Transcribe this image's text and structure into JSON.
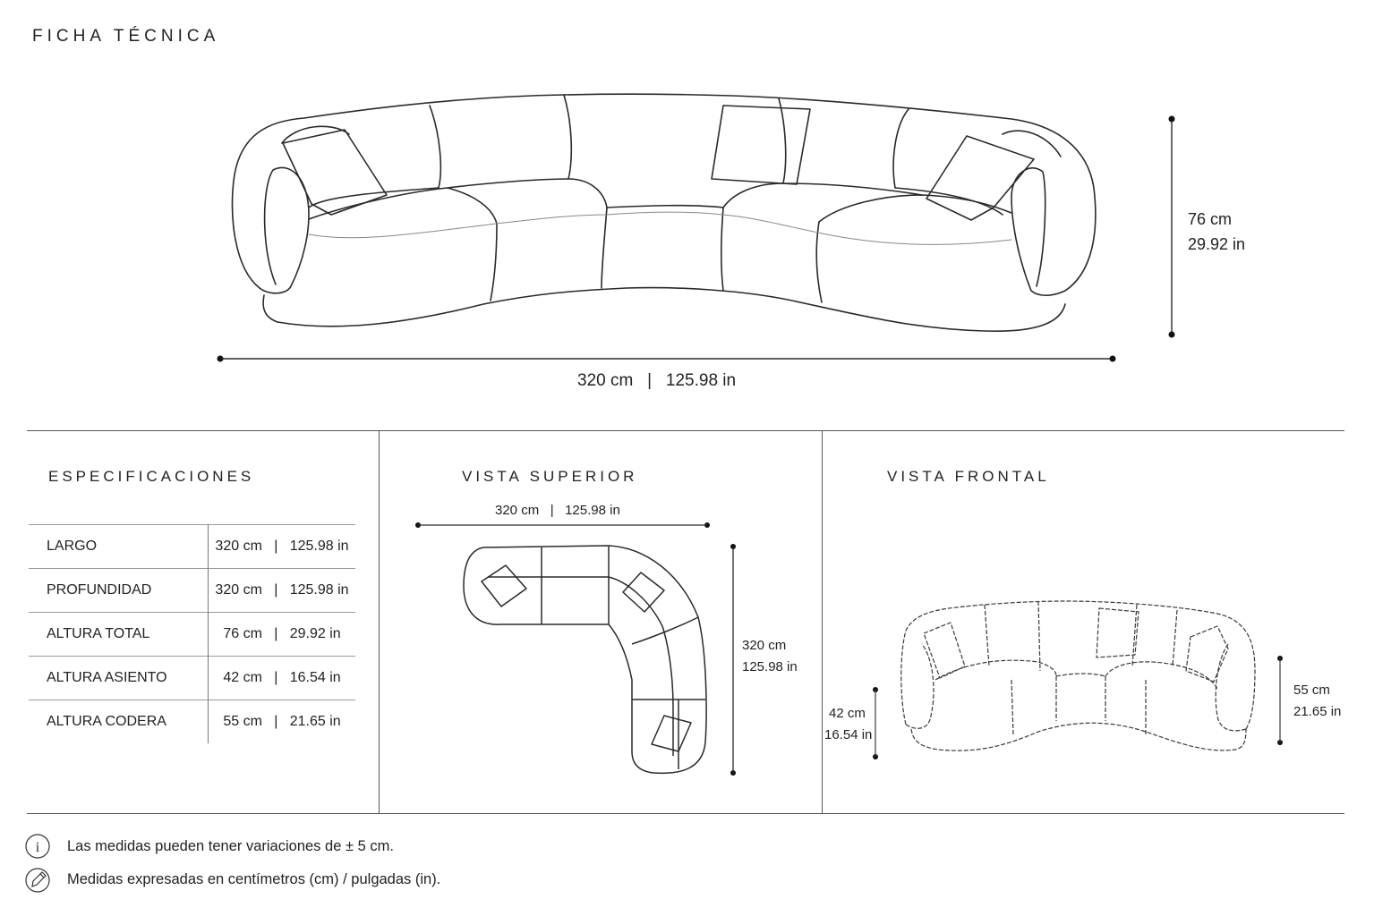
{
  "header": {
    "title": "FICHA TÉCNICA"
  },
  "main_view": {
    "width_label": "320 cm   |   125.98 in",
    "height_cm": "76 cm",
    "height_in": "29.92 in"
  },
  "specs": {
    "title": "ESPECIFICACIONES",
    "rows": [
      {
        "label": "LARGO",
        "value": "320 cm   |   125.98 in"
      },
      {
        "label": "PROFUNDIDAD",
        "value": "320 cm   |   125.98 in"
      },
      {
        "label": "ALTURA TOTAL",
        "value": "76 cm   |   29.92 in"
      },
      {
        "label": "ALTURA ASIENTO",
        "value": "42 cm   |   16.54 in"
      },
      {
        "label": "ALTURA CODERA",
        "value": "55 cm   |   21.65 in"
      }
    ]
  },
  "top_view": {
    "title": "VISTA  SUPERIOR",
    "width_label": "320 cm   |   125.98 in",
    "depth_cm": "320 cm",
    "depth_in": "125.98 in"
  },
  "front_view": {
    "title": "VISTA  FRONTAL",
    "seat_cm": "42 cm",
    "seat_in": "16.54 in",
    "arm_cm": "55 cm",
    "arm_in": "21.65 in"
  },
  "notes": [
    {
      "icon": "info-icon",
      "text": "Las medidas pueden tener variaciones de ± 5 cm."
    },
    {
      "icon": "pencil-icon",
      "text": "Medidas expresadas en centímetros (cm) / pulgadas (in)."
    }
  ]
}
